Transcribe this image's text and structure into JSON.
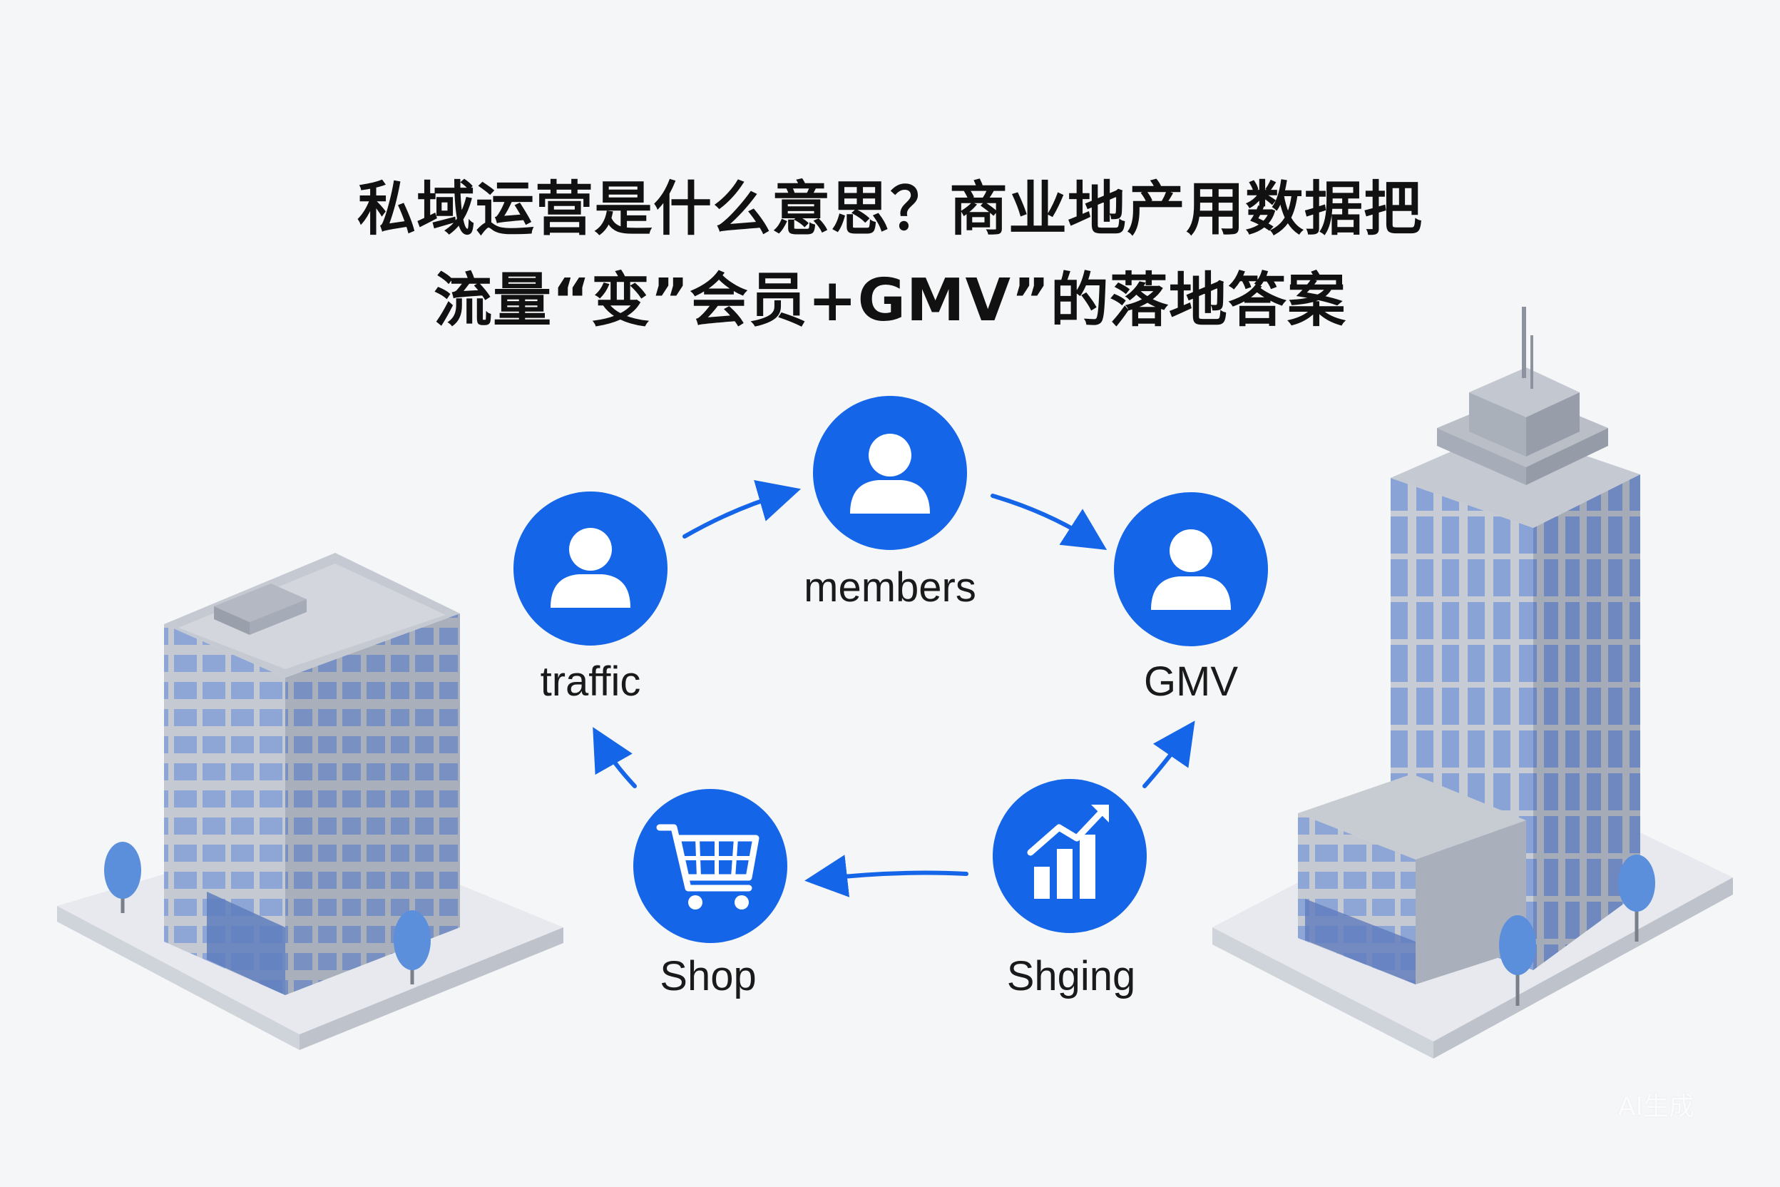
{
  "title": {
    "line1": "私域运营是什么意思？商业地产用数据把",
    "line2": "流量“变”会员+GMV”的落地答案"
  },
  "nodes": {
    "traffic": {
      "label": "traffic",
      "icon": "person-icon"
    },
    "members": {
      "label": "members",
      "icon": "person-icon"
    },
    "gmv": {
      "label": "GMV",
      "icon": "person-icon"
    },
    "shop": {
      "label": "Shop",
      "icon": "shopping-cart-icon"
    },
    "shging": {
      "label": "Shging",
      "icon": "growth-chart-icon"
    }
  },
  "colors": {
    "accent": "#1565e8",
    "building": "#b9bec8",
    "window": "#7f9bd1",
    "tree": "#5b8fdc",
    "background": "#f5f6f8"
  },
  "watermark": "AI生成"
}
